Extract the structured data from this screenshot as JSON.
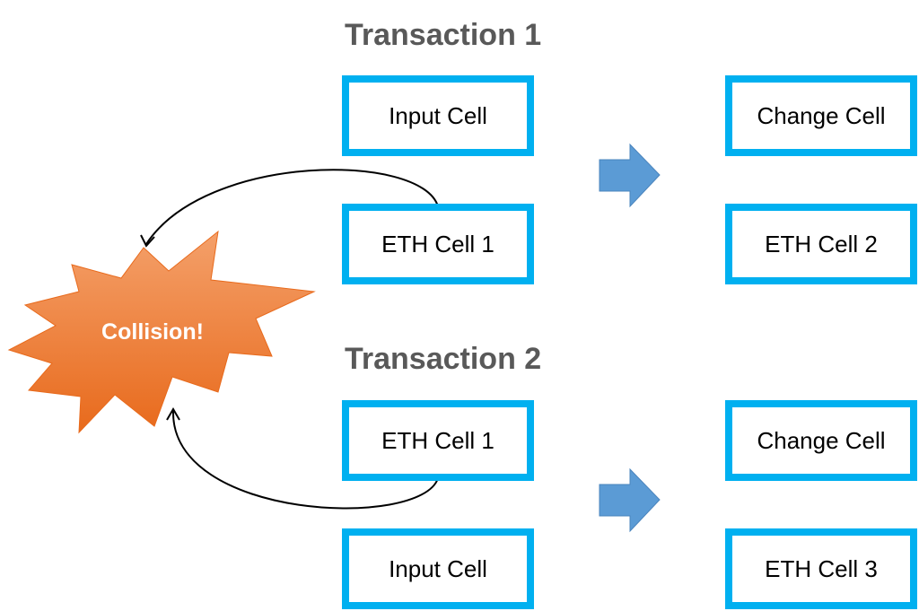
{
  "transactions": [
    {
      "title": "Transaction 1",
      "inputs": [
        "Input Cell",
        "ETH Cell 1"
      ],
      "outputs": [
        "Change Cell",
        "ETH Cell 2"
      ]
    },
    {
      "title": "Transaction 2",
      "inputs": [
        "ETH Cell 1",
        "Input Cell"
      ],
      "outputs": [
        "Change Cell",
        "ETH Cell 3"
      ]
    }
  ],
  "collision": {
    "label": "Collision!"
  },
  "colors": {
    "cell_border": "#00B0F0",
    "arrow_fill": "#5B9BD5",
    "burst_fill": "#ED7D31",
    "title_text": "#595959"
  }
}
